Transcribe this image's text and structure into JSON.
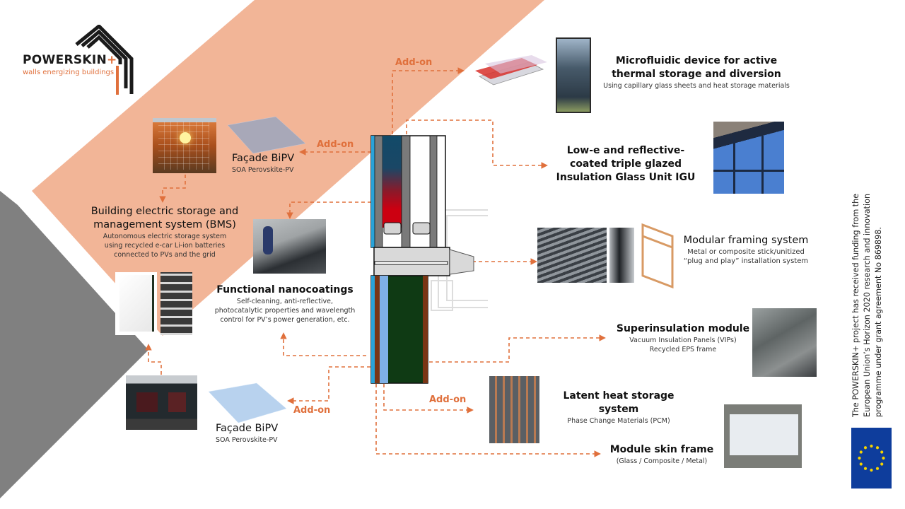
{
  "logo": {
    "name": "POWERSKIN",
    "plus": "+",
    "tagline": "walls energizing buildings"
  },
  "colors": {
    "accent_orange": "#e0703c",
    "salmon_band": "#f2b597",
    "grey_block": "#808080",
    "eu_blue": "#0e3d9c",
    "eu_star": "#f5d300"
  },
  "arrow_label": "Add-on",
  "components": {
    "microfluidic": {
      "title_line1": "Microfluidic device for active",
      "title_line2": "thermal storage and diversion",
      "subtitle": "Using capillary glass sheets and heat storage materials"
    },
    "igu": {
      "title_line1": "Low-e and reflective-",
      "title_line2": "coated triple glazed",
      "title_line3": "Insulation Glass Unit IGU"
    },
    "framing": {
      "title": "Modular framing system",
      "subtitle_line1": "Metal or composite stick/unitized",
      "subtitle_line2": "“plug and play” installation system"
    },
    "superinsulation": {
      "title": "Superinsulation module",
      "subtitle_line1": "Vacuum Insulation Panels (VIPs)",
      "subtitle_line2": "Recycled EPS frame"
    },
    "latent_heat": {
      "title": "Latent heat storage system",
      "subtitle": "Phase Change Materials (PCM)"
    },
    "skin_frame": {
      "title": "Module skin frame",
      "subtitle": "(Glass / Composite / Metal)"
    },
    "facade_bipv_top": {
      "title": "Façade BiPV",
      "subtitle": "SOA Perovskite-PV"
    },
    "facade_bipv_bottom": {
      "title": "Façade BiPV",
      "subtitle": "SOA Perovskite-PV"
    },
    "bms": {
      "title_line1": "Building electric storage and",
      "title_line2": "management system (BMS)",
      "subtitle_line1": "Autonomous electric storage system",
      "subtitle_line2": "using recycled e-car Li-ion batteries",
      "subtitle_line3": "connected to PVs and the grid"
    },
    "nanocoatings": {
      "title": "Functional nanocoatings",
      "subtitle_line1": "Self-cleaning, anti-reflective,",
      "subtitle_line2": "photocatalytic properties and wavelength",
      "subtitle_line3": "control for PV’s power generation, etc."
    }
  },
  "funding": {
    "line1": "The POWERSKIN+ project has received funding from the",
    "line2": "European Union’s Horizon 2020 research and innovation",
    "line3": "programme under grant agreement No 869898.",
    "flag_icon": "eu-flag-icon"
  }
}
